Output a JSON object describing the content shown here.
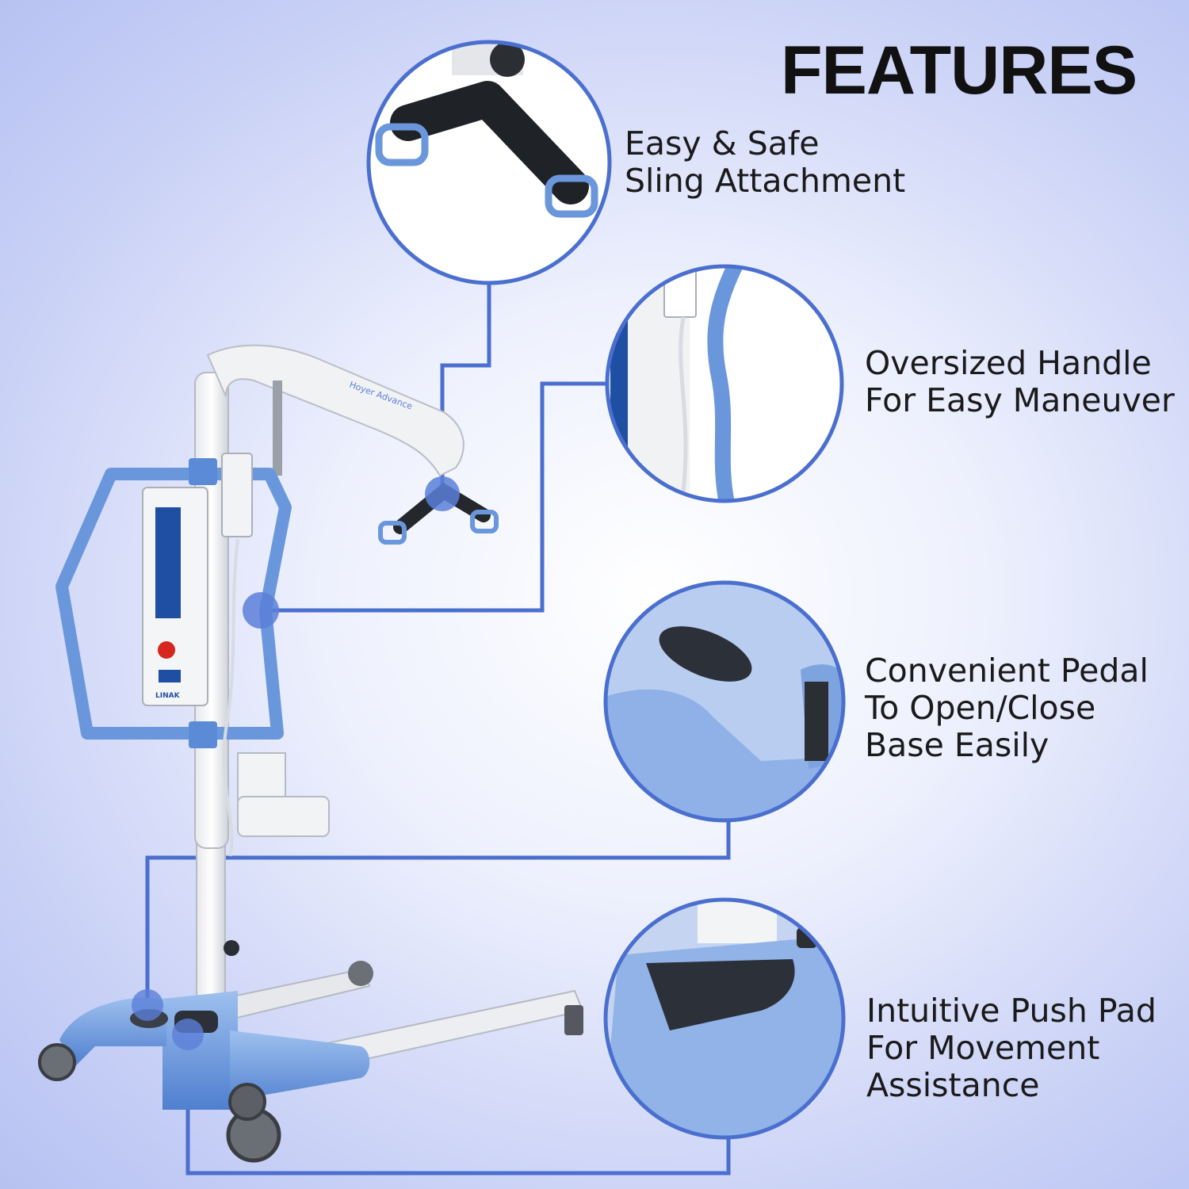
{
  "heading": "FEATURES",
  "features": [
    {
      "lines": [
        "Easy & Safe",
        "Sling Attachment"
      ]
    },
    {
      "lines": [
        "Oversized Handle",
        "For Easy Maneuver"
      ]
    },
    {
      "lines": [
        "Convenient Pedal",
        "To Open/Close",
        "Base Easily"
      ]
    },
    {
      "lines": [
        "Intuitive Push Pad",
        "For Movement",
        "Assistance"
      ]
    }
  ],
  "product_labels": {
    "brand_plate": "LINAK",
    "mast_label": "Hoyer Advance"
  },
  "colors": {
    "accent_blue": "#5b7fd8",
    "frame_blue": "#6a97dc",
    "connector_blue": "#4a6fcf",
    "dark_panel": "#1f4fa3",
    "text": "#1a1a1a"
  }
}
